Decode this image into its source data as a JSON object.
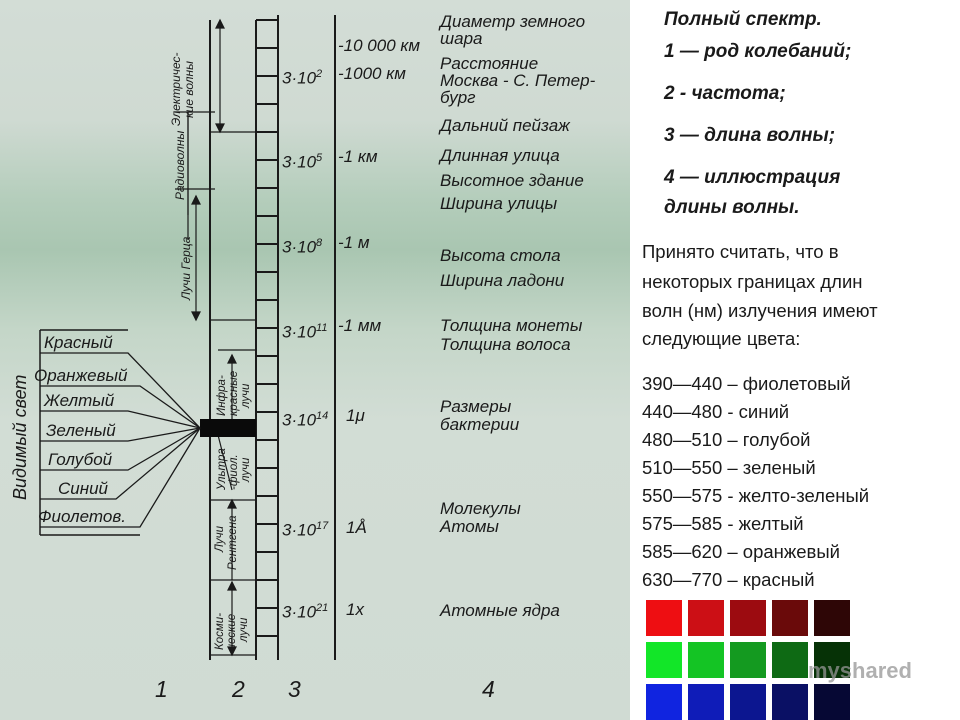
{
  "diagram": {
    "column_numbers": [
      "1",
      "2",
      "3",
      "4"
    ],
    "visible_light_label": "Видимый свет",
    "colors": [
      "Красный",
      "Оранжевый",
      "Желтый",
      "Зеленый",
      "Голубой",
      "Синий",
      "Фиолетов."
    ],
    "wave_types": [
      "Электричес-",
      "кие волны",
      "Радиоволны",
      "Лучи Герца",
      "Инфра-",
      "красные",
      "лучи",
      "Ультра",
      "-фиол.",
      "лучи",
      "Лучи",
      "Рентгена",
      "Косми-",
      "ческие",
      "лучи"
    ],
    "frequency_ticks": [
      {
        "mantissa": "3·10",
        "exponent": "2"
      },
      {
        "mantissa": "3·10",
        "exponent": "5"
      },
      {
        "mantissa": "3·10",
        "exponent": "8"
      },
      {
        "mantissa": "3·10",
        "exponent": "11"
      },
      {
        "mantissa": "3·10",
        "exponent": "14"
      },
      {
        "mantissa": "3·10",
        "exponent": "17"
      },
      {
        "mantissa": "3·10",
        "exponent": "21"
      }
    ],
    "wavelength_ticks": [
      "-10 000 км",
      "-1000 км",
      "-1 км",
      "-1 м",
      "-1 мм",
      "1μ",
      "1Å",
      "1x"
    ],
    "illustrations": [
      "Диаметр земного",
      "шара",
      "Расстояние",
      "Москва - С. Петер-",
      "бург",
      "Дальний пейзаж",
      "Длинная улица",
      "Высотное здание",
      "Ширина улицы",
      "Высота стола",
      "Ширина ладони",
      "Толщина монеты",
      "Толщина волоса",
      "Размеры",
      "бактерии",
      "Молекулы",
      "Атомы",
      "Атомные ядра"
    ]
  },
  "caption": {
    "title": "Полный спектр.",
    "items": [
      "1 — род колебаний;",
      "2 - частота;",
      "3 — длина волны;",
      "4 — иллюстрация",
      "длины волны."
    ],
    "note": [
      "Принято считать, что в",
      "некоторых границах длин",
      "волн (нм) излучения имеют",
      "следующие цвета:"
    ],
    "ranges": [
      "390—440 – фиолетовый",
      "440—480 - синий",
      "480—510 – голубой",
      "510—550 – зеленый",
      "550—575 - желто-зеленый",
      "575—585 - желтый",
      "585—620 – оранжевый",
      "630—770 – красный"
    ]
  },
  "swatch_colors": [
    [
      "#ee0e12",
      "#cc0f15",
      "#9c0b10",
      "#6a0a0a",
      "#2e0606"
    ],
    [
      "#12e628",
      "#14c424",
      "#149a20",
      "#0e6a14",
      "#063206"
    ],
    [
      "#1024e0",
      "#0f1cb8",
      "#0c1690",
      "#0a1064",
      "#060834"
    ]
  ],
  "watermark": "myshared"
}
